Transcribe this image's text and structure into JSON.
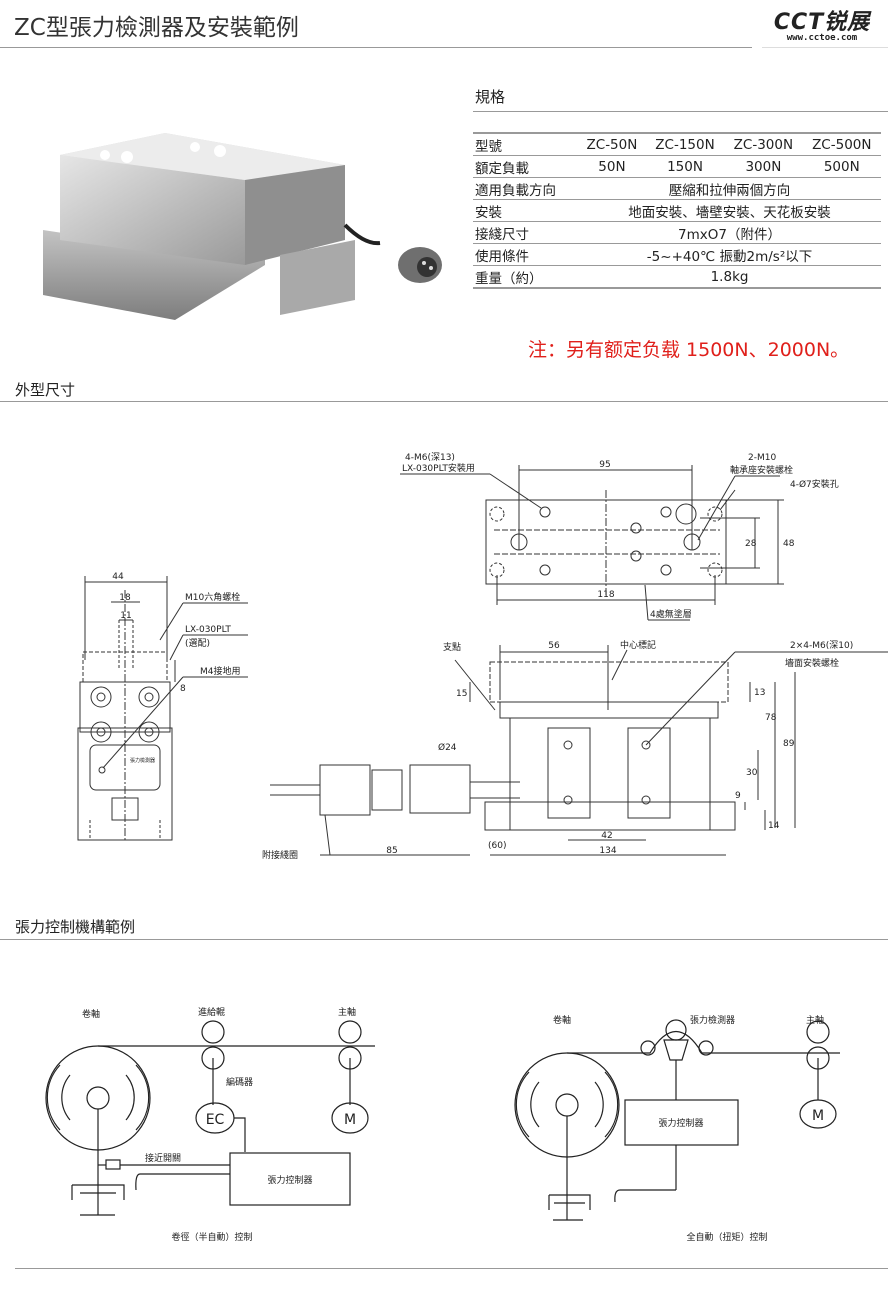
{
  "header": {
    "title": "ZC型張力檢測器及安裝範例",
    "logo_text": "CCT锐展",
    "logo_url": "www.cctoe.com"
  },
  "specs": {
    "heading": "規格",
    "rows": [
      {
        "label": "型號",
        "values": [
          "ZC-50N",
          "ZC-150N",
          "ZC-300N",
          "ZC-500N"
        ]
      },
      {
        "label": "額定負載",
        "values": [
          "50N",
          "150N",
          "300N",
          "500N"
        ]
      },
      {
        "label": "適用負載方向",
        "value": "壓縮和拉伸兩個方向"
      },
      {
        "label": "安裝",
        "value": "地面安裝、墻壁安裝、天花板安裝"
      },
      {
        "label": "接綫尺寸",
        "value": "7mxO7（附件）"
      },
      {
        "label": "使用條件",
        "value": "-5~+40℃ 振動2m/s²以下"
      },
      {
        "label": "重量（約）",
        "value": "1.8kg"
      }
    ],
    "note": "注：另有额定负载 1500N、2000N。"
  },
  "dimensions": {
    "heading": "外型尺寸",
    "front": {
      "d44": "44",
      "d18": "18",
      "d11": "11",
      "d8": "8",
      "bolt": "M10六角螺栓",
      "plate": "LX-030PLT",
      "plate_opt": "(選配)",
      "ground": "M4接地用",
      "label": "張力檢測器"
    },
    "top": {
      "m6": "4-M6(深13)",
      "m6_use": "LX-030PLT安裝用",
      "m10": "2-M10",
      "m10_use": "軸承座安裝螺栓",
      "holes": "4-Ø7安裝孔",
      "d95": "95",
      "d118": "118",
      "d28": "28",
      "d48": "48",
      "coating": "4處無塗層"
    },
    "side": {
      "fulcrum": "支點",
      "center": "中心標記",
      "m6": "2×4-M6(深10)",
      "m6_use": "墻面安裝螺栓",
      "d56": "56",
      "d15": "15",
      "d13": "13",
      "d78": "78",
      "d89": "89",
      "d30": "30",
      "d9": "9",
      "d14": "14",
      "d24": "Ø24",
      "d42": "42",
      "d134": "134",
      "d85": "85",
      "d60": "(60)",
      "cable": "附接綫圈"
    }
  },
  "examples": {
    "heading": "張力控制機構範例",
    "left": {
      "reel": "卷軸",
      "feed": "進給輥",
      "main": "主軸",
      "encoder": "編碼器",
      "ec": "EC",
      "motor": "M",
      "proximity": "接近開關",
      "controller": "張力控制器",
      "caption": "卷徑（半自動）控制"
    },
    "right": {
      "reel": "卷軸",
      "sensor": "張力檢測器",
      "main": "主軸",
      "motor": "M",
      "controller": "張力控制器",
      "caption": "全自動（扭矩）控制"
    }
  }
}
